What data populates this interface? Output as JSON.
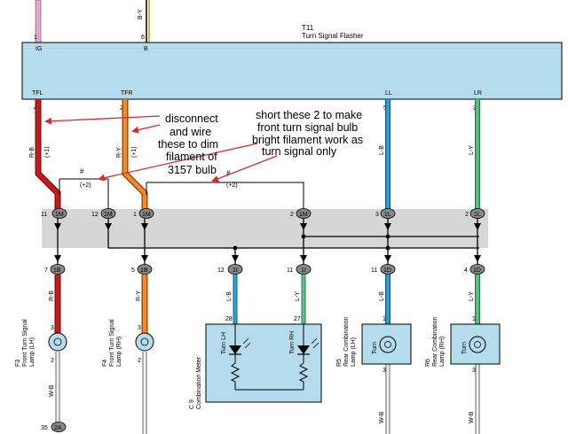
{
  "flasher": {
    "code": "T11",
    "name": "Turn Signal Flasher",
    "top_pins": [
      {
        "num": "1",
        "name": "IG"
      },
      {
        "num": "6",
        "name": "B"
      }
    ],
    "bottom_pins": [
      {
        "num": "4",
        "name": "TFL"
      },
      {
        "num": "2",
        "name": "TFR"
      },
      {
        "num": "5",
        "name": "LL"
      },
      {
        "num": "3",
        "name": "LR"
      }
    ]
  },
  "top_wire_labels": [
    "B-Y"
  ],
  "wire_labels": [
    "R-B",
    "(+1)",
    "R-Y",
    "(+1)",
    "L-B",
    "L-Y",
    "L-B",
    "L-Y",
    "R-B",
    "R-Y",
    "W-B",
    "W-B",
    "W-B"
  ],
  "splices": [
    {
      "mark": "#",
      "label": "(+2)"
    },
    {
      "mark": "#",
      "label": "(+2)"
    }
  ],
  "junction_top": [
    {
      "pin": "11",
      "conn": "1M"
    },
    {
      "pin": "12",
      "conn": "1M"
    },
    {
      "pin": "1",
      "conn": "1M"
    },
    {
      "pin": "2",
      "conn": "1M"
    },
    {
      "pin": "3",
      "conn": "1L"
    },
    {
      "pin": "2",
      "conn": "1L"
    }
  ],
  "junction_bottom": [
    {
      "pin": "7",
      "conn": "1B"
    },
    {
      "pin": "5",
      "conn": "1B"
    },
    {
      "pin": "12",
      "conn": "1I"
    },
    {
      "pin": "11",
      "conn": "1I"
    },
    {
      "pin": "11",
      "conn": "1D"
    },
    {
      "pin": "4",
      "conn": "1D"
    }
  ],
  "lamps": [
    {
      "code": "F3",
      "name": "Front Turn Signal",
      "side": "Lamp (LH)",
      "pin_top": "3",
      "pin_bottom": "2"
    },
    {
      "code": "F4",
      "name": "Front Turn Signal",
      "side": "Lamp (RH)",
      "pin_top": "3",
      "pin_bottom": "2"
    },
    {
      "code": "R5",
      "name": "Rear Combination",
      "side": "Lamp (LH)",
      "pin_top": "1",
      "pin_bottom": "3"
    },
    {
      "code": "R6",
      "name": "Rear Combination",
      "side": "Lamp (RH)",
      "pin_top": "1",
      "pin_bottom": "3"
    }
  ],
  "lamp_symbol_label": "Turn",
  "meter": {
    "code": "C 9",
    "name": "Combination Meter",
    "pins": [
      "28",
      "27"
    ],
    "leds": [
      "Turn LH",
      "Turn RH"
    ]
  },
  "bottom_connector": {
    "pin": "35",
    "conn": "2A"
  },
  "annotations": {
    "left": [
      "disconnect",
      "and wire",
      "these to dim",
      "filament of",
      "3157 bulb"
    ],
    "right": [
      "short these 2 to make",
      "front turn signal bulb",
      "bright filament work as",
      "turn signal only"
    ]
  },
  "colors": {
    "box_fill": "#b5dcec",
    "band_fill": "#d6d6d6",
    "pink": "#e8a6cf",
    "red": "#c41b1b",
    "orange": "#f08a2e",
    "blue": "#2aa3d8",
    "green": "#5dc38a",
    "arrow": "#d42b2b"
  }
}
